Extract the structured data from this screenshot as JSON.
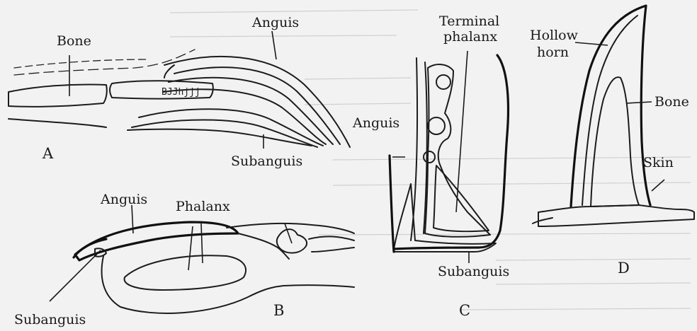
{
  "figures": {
    "a": {
      "letter": "A",
      "labels": {
        "bone": "Bone",
        "anguis": "Anguis",
        "subanguis": "Subanguis"
      }
    },
    "b": {
      "letter": "B",
      "labels": {
        "anguis": "Anguis",
        "phalanx": "Phalanx",
        "subanguis": "Subanguis"
      }
    },
    "c": {
      "letter": "C",
      "labels": {
        "terminal_phalanx_1": "Terminal",
        "terminal_phalanx_2": "phalanx",
        "anguis": "Anguis",
        "subanguis": "Subanguis"
      }
    },
    "d": {
      "letter": "D",
      "labels": {
        "hollow_horn_1": "Hollow",
        "hollow_horn_2": "horn",
        "bone": "Bone",
        "skin": "Skin"
      }
    }
  },
  "colors": {
    "ink": "#1c1c1c",
    "paper": "#f2f2f2"
  }
}
